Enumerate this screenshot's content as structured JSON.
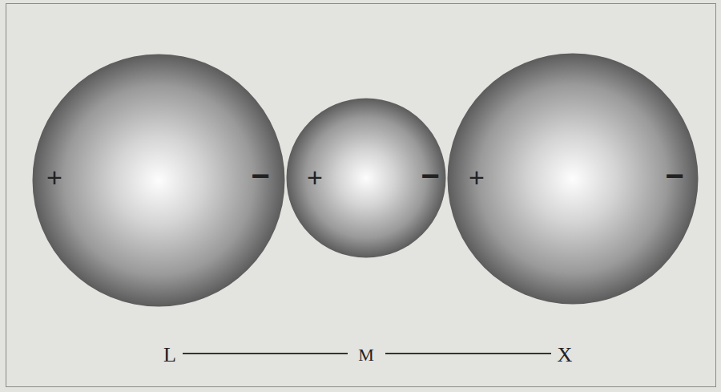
{
  "diagram": {
    "nodes": [
      {
        "text": [
          "+",
          "−"
        ]
      },
      {
        "text": [
          "+",
          "−"
        ]
      },
      {
        "text": [
          "+",
          "−"
        ]
      }
    ],
    "labels": [
      "L",
      "M",
      "X"
    ]
  }
}
